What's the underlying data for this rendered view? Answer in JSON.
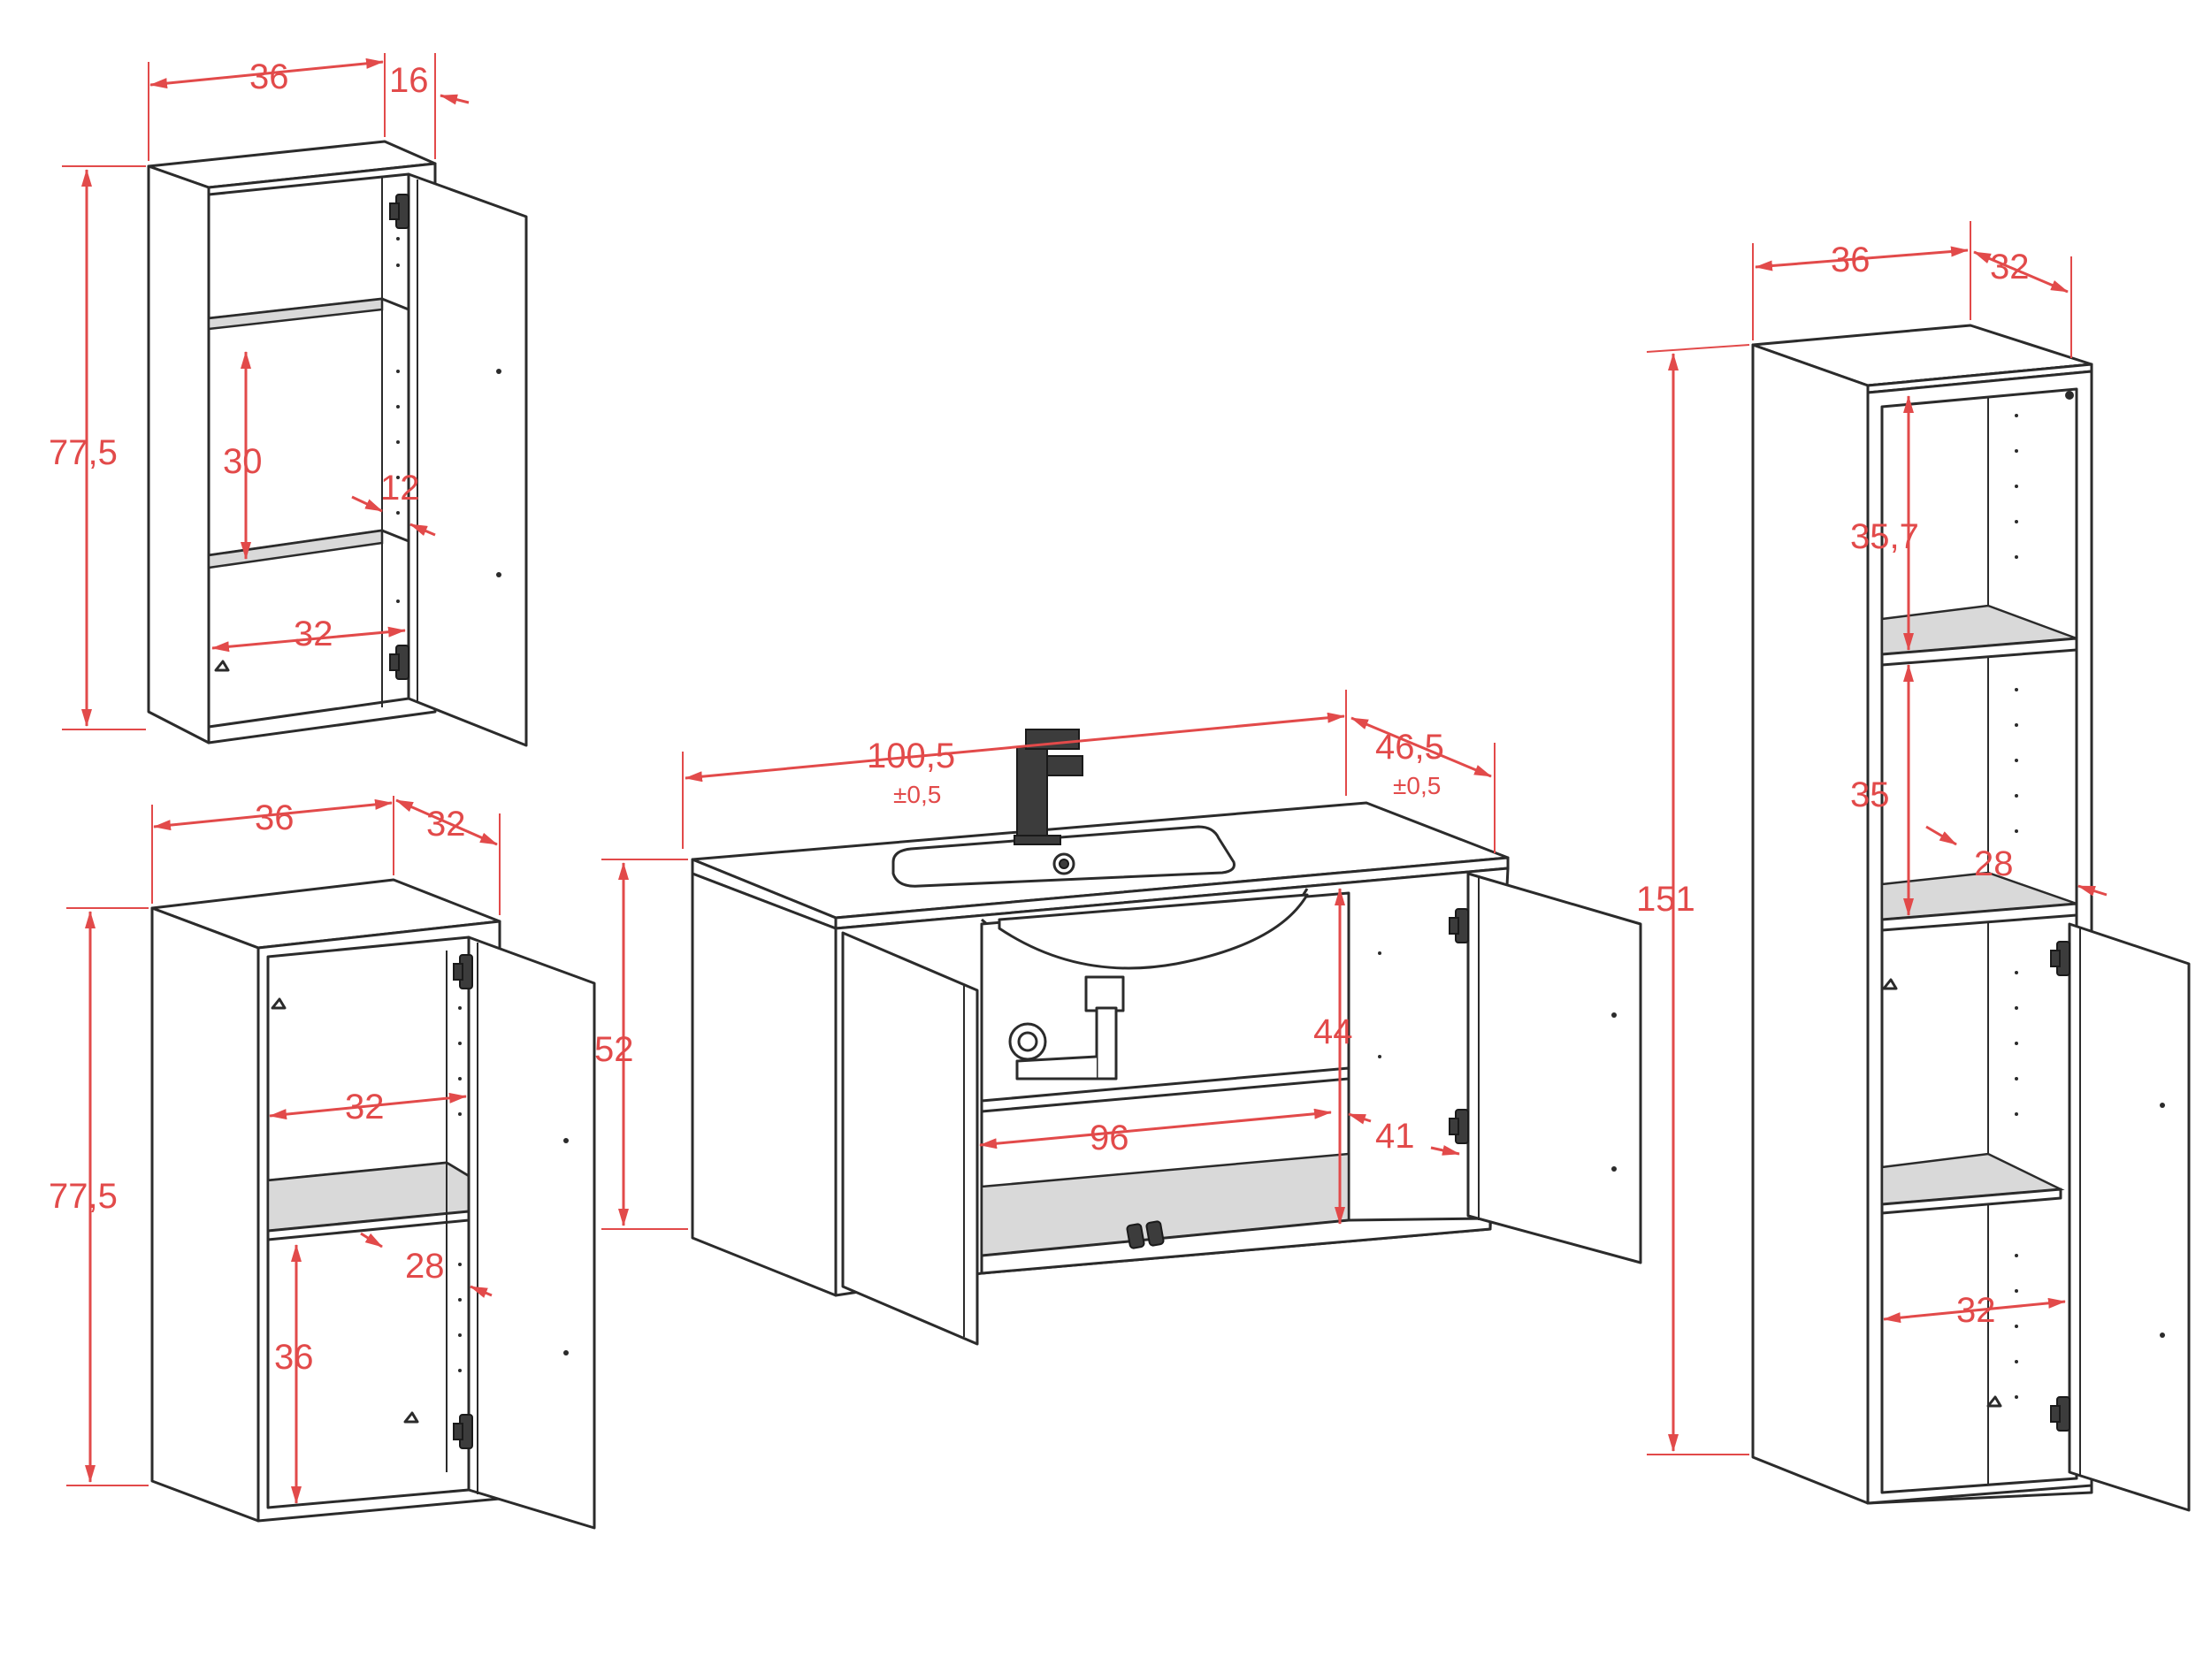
{
  "colors": {
    "dimension": "#e24a4a",
    "outline": "#2b2b2b",
    "background": "#ffffff"
  },
  "wall_cabinet": {
    "width": "36",
    "depth": "16",
    "height": "77,5",
    "shelf_gap": "30",
    "door_gap": "12",
    "inner_width": "32"
  },
  "low_cabinet": {
    "width": "36",
    "depth": "32",
    "height": "77,5",
    "inner_width": "32",
    "inner_depth": "28",
    "lower_height": "36"
  },
  "vanity": {
    "width": "100,5",
    "width_tol": "±0,5",
    "depth": "46,5",
    "depth_tol": "±0,5",
    "height": "52",
    "inner_height": "44",
    "inner_width": "96",
    "inner_depth": "41"
  },
  "tall_cabinet": {
    "width": "36",
    "depth": "32",
    "height": "151",
    "upper_gap": "35,7",
    "middle_gap": "35",
    "inner_depth": "28",
    "inner_width": "32"
  }
}
